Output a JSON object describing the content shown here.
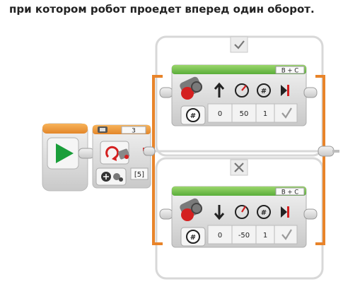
{
  "caption": "при котором робот проедет вперед один оборот.",
  "switch_block": {
    "port": "3",
    "sensor_value": "[5]"
  },
  "case_true": {
    "header_icon": "check-icon",
    "motor_block": {
      "ports": "B + C",
      "mode_icon": "rotations-icon",
      "direction_icon": "arrow-up-icon",
      "steering": "0",
      "power": "50",
      "rotations": "1",
      "brake_icon": "check-icon"
    }
  },
  "case_false": {
    "header_icon": "cross-icon",
    "motor_block": {
      "ports": "B + C",
      "mode_icon": "rotations-icon",
      "direction_icon": "arrow-down-icon",
      "steering": "0",
      "power": "-50",
      "rotations": "1",
      "brake_icon": "check-icon"
    }
  },
  "colors": {
    "start_green": "#1a9e3a",
    "block_green": "#6cc24a",
    "orange": "#e8842a",
    "wire_gray": "#bdbdbd",
    "red_icon": "#d42020"
  }
}
